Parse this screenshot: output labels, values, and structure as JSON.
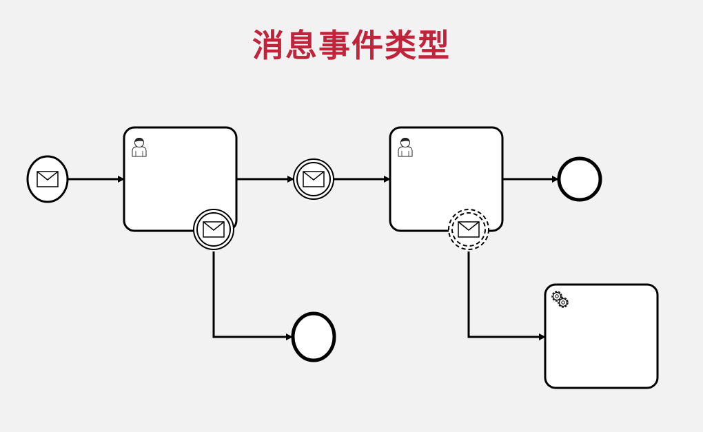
{
  "title": "消息事件类型",
  "colors": {
    "title": "#c0233a",
    "stroke": "#000000",
    "background": "#f2f2f2",
    "fill": "#ffffff"
  },
  "diagram": {
    "nodes": [
      {
        "id": "start-message-event",
        "kind": "message-start-event",
        "icon": "envelope-icon"
      },
      {
        "id": "user-task-1",
        "kind": "user-task",
        "icon": "user-icon"
      },
      {
        "id": "boundary-message-interrupting",
        "kind": "interrupting-message-boundary-event",
        "icon": "envelope-icon"
      },
      {
        "id": "intermediate-message-catch",
        "kind": "intermediate-message-catch-event",
        "icon": "envelope-icon"
      },
      {
        "id": "user-task-2",
        "kind": "user-task",
        "icon": "user-icon"
      },
      {
        "id": "boundary-message-non-interrupting",
        "kind": "non-interrupting-message-boundary-event",
        "icon": "envelope-icon"
      },
      {
        "id": "end-event-1",
        "kind": "end-event"
      },
      {
        "id": "end-event-2",
        "kind": "end-event"
      },
      {
        "id": "service-task",
        "kind": "service-task",
        "icon": "gear-icon"
      }
    ],
    "edges": [
      {
        "from": "start-message-event",
        "to": "user-task-1"
      },
      {
        "from": "user-task-1",
        "to": "intermediate-message-catch"
      },
      {
        "from": "intermediate-message-catch",
        "to": "user-task-2"
      },
      {
        "from": "user-task-2",
        "to": "end-event-1"
      },
      {
        "from": "boundary-message-interrupting",
        "to": "end-event-2"
      },
      {
        "from": "boundary-message-non-interrupting",
        "to": "service-task"
      }
    ]
  }
}
